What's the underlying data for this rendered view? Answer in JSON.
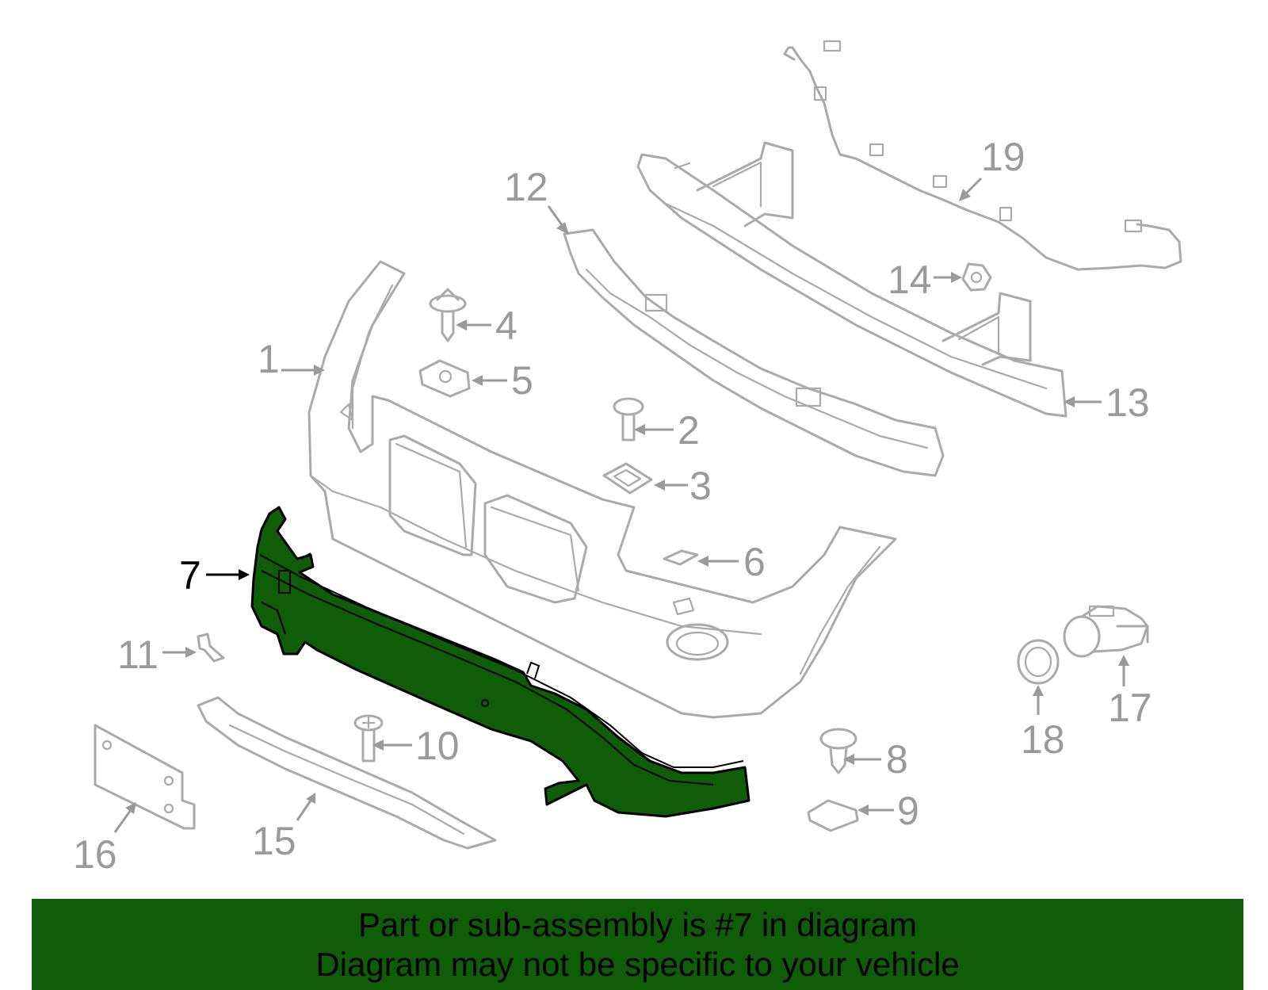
{
  "diagram": {
    "highlight_color": "#0f5c09",
    "part_color": "#aaaaaa",
    "highlighted_callout": "7",
    "callouts": [
      {
        "id": "c1",
        "label": "1"
      },
      {
        "id": "c2",
        "label": "2"
      },
      {
        "id": "c3",
        "label": "3"
      },
      {
        "id": "c4",
        "label": "4"
      },
      {
        "id": "c5",
        "label": "5"
      },
      {
        "id": "c6",
        "label": "6"
      },
      {
        "id": "c7",
        "label": "7"
      },
      {
        "id": "c8",
        "label": "8"
      },
      {
        "id": "c9",
        "label": "9"
      },
      {
        "id": "c10",
        "label": "10"
      },
      {
        "id": "c11",
        "label": "11"
      },
      {
        "id": "c12",
        "label": "12"
      },
      {
        "id": "c13",
        "label": "13"
      },
      {
        "id": "c14",
        "label": "14"
      },
      {
        "id": "c15",
        "label": "15"
      },
      {
        "id": "c16",
        "label": "16"
      },
      {
        "id": "c17",
        "label": "17"
      },
      {
        "id": "c18",
        "label": "18"
      },
      {
        "id": "c19",
        "label": "19"
      }
    ]
  },
  "banner": {
    "line1": "Part or sub-assembly is #7 in diagram",
    "line2": "Diagram may not be specific to your vehicle",
    "background": "#0f5c09"
  }
}
